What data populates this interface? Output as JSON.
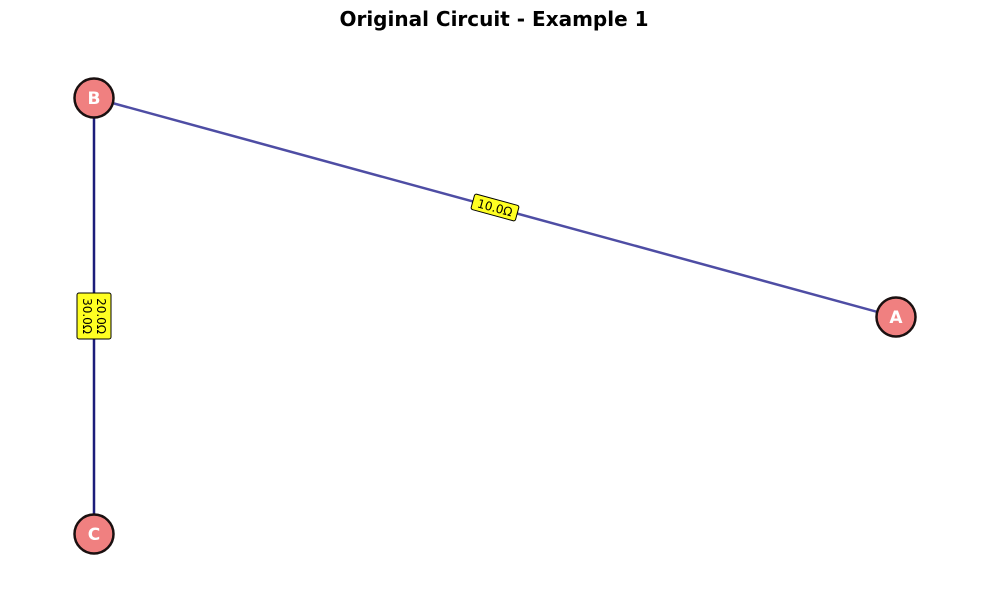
{
  "title": "Original Circuit - Example 1",
  "colors": {
    "node_fill": "#f08080",
    "node_stroke": "#1a1010",
    "edge": "#3b3a9a",
    "edge_dark": "#1c1d7a",
    "label_bg": "#ffff22",
    "label_border": "#000000"
  },
  "nodes": [
    {
      "id": "A",
      "label": "A"
    },
    {
      "id": "B",
      "label": "B"
    },
    {
      "id": "C",
      "label": "C"
    }
  ],
  "edges": [
    {
      "from": "B",
      "to": "A",
      "labels": [
        "10.0Ω"
      ]
    },
    {
      "from": "B",
      "to": "C",
      "labels": [
        "20.0Ω",
        "30.0Ω"
      ]
    }
  ]
}
